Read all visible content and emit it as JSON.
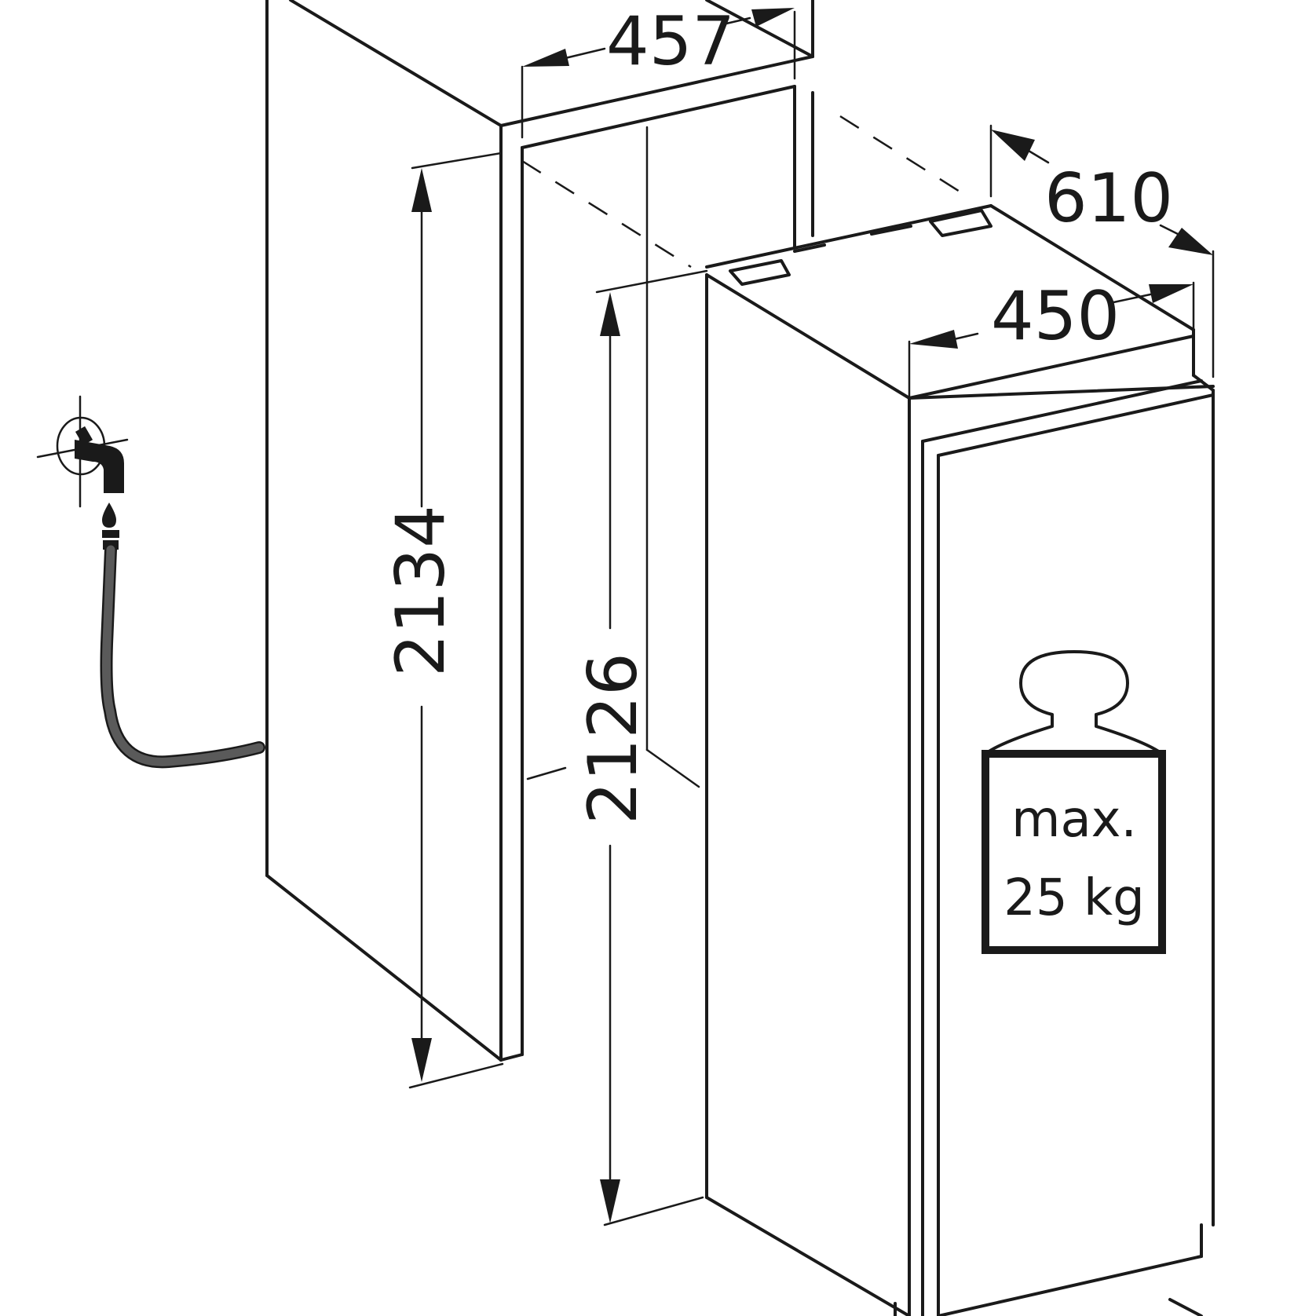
{
  "dimensions": {
    "niche_width": "457",
    "niche_depth": "610",
    "appliance_width": "450",
    "niche_height": "2134",
    "appliance_height": "2126"
  },
  "weight_label": {
    "line1": "max.",
    "line2": "25 kg"
  },
  "icons": [
    "water-tap-icon",
    "water-hose-icon",
    "weight-icon"
  ],
  "colors": {
    "line": "#1a1a1a",
    "hose": "#5a5a5a",
    "background": "#ffffff"
  }
}
